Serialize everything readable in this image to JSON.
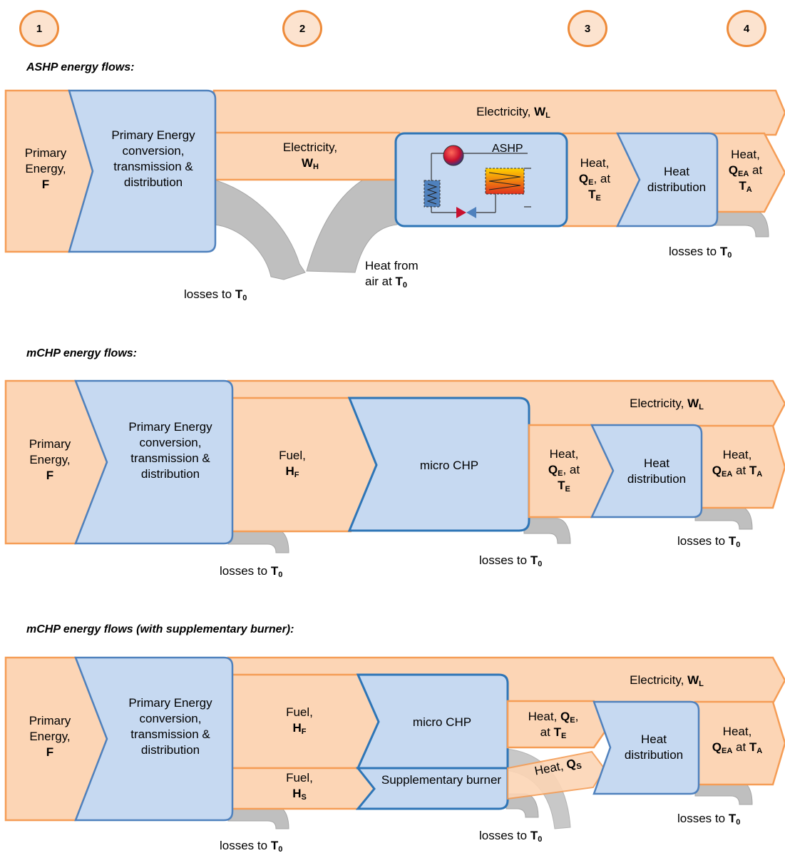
{
  "stages": [
    "1",
    "2",
    "3",
    "4"
  ],
  "sections": {
    "ashp": {
      "title": "ASHP energy flows:",
      "primary_energy": "Primary Energy,",
      "primary_energy_symbol": "F",
      "conversion": "Primary Energy conversion, transmission & distribution",
      "electricity_l": "Electricity,",
      "electricity_l_symbol": "W",
      "electricity_l_sub": "L",
      "electricity_h": "Electricity,",
      "electricity_h_symbol": "W",
      "electricity_h_sub": "H",
      "device": "ASHP",
      "heat_e": "Heat,",
      "heat_e_symbol": "Q",
      "heat_e_sub": "E",
      "heat_e_suffix": ", at",
      "temp_e_symbol": "T",
      "temp_e_sub": "E",
      "heat_distribution": "Heat distribution",
      "heat_ea": "Heat,",
      "heat_ea_symbol": "Q",
      "heat_ea_sub": "EA",
      "heat_ea_suffix": " at",
      "temp_a_symbol": "T",
      "temp_a_sub": "A",
      "losses_label": "losses to",
      "losses_symbol": "T",
      "losses_sub": "0",
      "heat_from_air": "Heat from",
      "heat_from_air_2": "air at",
      "air_symbol": "T",
      "air_sub": "0"
    },
    "mchp": {
      "title": "mCHP energy flows:",
      "primary_energy": "Primary Energy,",
      "primary_energy_symbol": "F",
      "conversion": "Primary Energy conversion, transmission & distribution",
      "fuel": "Fuel,",
      "fuel_symbol": "H",
      "fuel_sub": "F",
      "device": "micro CHP",
      "electricity_l": "Electricity,",
      "electricity_l_symbol": "W",
      "electricity_l_sub": "L",
      "heat_e": "Heat,",
      "heat_e_symbol": "Q",
      "heat_e_sub": "E",
      "heat_e_suffix": ", at",
      "temp_e_symbol": "T",
      "temp_e_sub": "E",
      "heat_distribution": "Heat distribution",
      "heat_ea": "Heat,",
      "heat_ea_symbol": "Q",
      "heat_ea_sub": "EA",
      "heat_ea_suffix": " at",
      "temp_a_symbol": "T",
      "temp_a_sub": "A",
      "losses_label": "losses to",
      "losses_symbol": "T",
      "losses_sub": "0"
    },
    "mchp_sb": {
      "title": "mCHP energy flows (with supplementary burner):",
      "primary_energy": "Primary Energy,",
      "primary_energy_symbol": "F",
      "conversion": "Primary Energy conversion, transmission & distribution",
      "fuel": "Fuel,",
      "fuel_symbol": "H",
      "fuel_sub": "F",
      "fuel_s": "Fuel,",
      "fuel_s_symbol": "H",
      "fuel_s_sub": "S",
      "device": "micro CHP",
      "burner": "Supplementary burner",
      "electricity_l": "Electricity,",
      "electricity_l_symbol": "W",
      "electricity_l_sub": "L",
      "heat_e": "Heat,",
      "heat_e_symbol": "Q",
      "heat_e_sub": "E",
      "heat_e_suffix": ",",
      "heat_e_at": "at",
      "temp_e_symbol": "T",
      "temp_e_sub": "E",
      "heat_s": "Heat,",
      "heat_s_symbol": "Q",
      "heat_s_sub": "S",
      "heat_distribution": "Heat distribution",
      "heat_ea": "Heat,",
      "heat_ea_symbol": "Q",
      "heat_ea_sub": "EA",
      "heat_ea_suffix": " at",
      "temp_a_symbol": "T",
      "temp_a_sub": "A",
      "losses_label": "losses to",
      "losses_symbol": "T",
      "losses_sub": "0"
    }
  },
  "colors": {
    "orange_fill": "#fcd5b5",
    "orange_stroke": "#f59d56",
    "blue_fill": "#c6d9f1",
    "blue_stroke": "#4f81bd",
    "loss_gray": "#bfbfbf",
    "stage_circle": "#ee8b3a"
  }
}
